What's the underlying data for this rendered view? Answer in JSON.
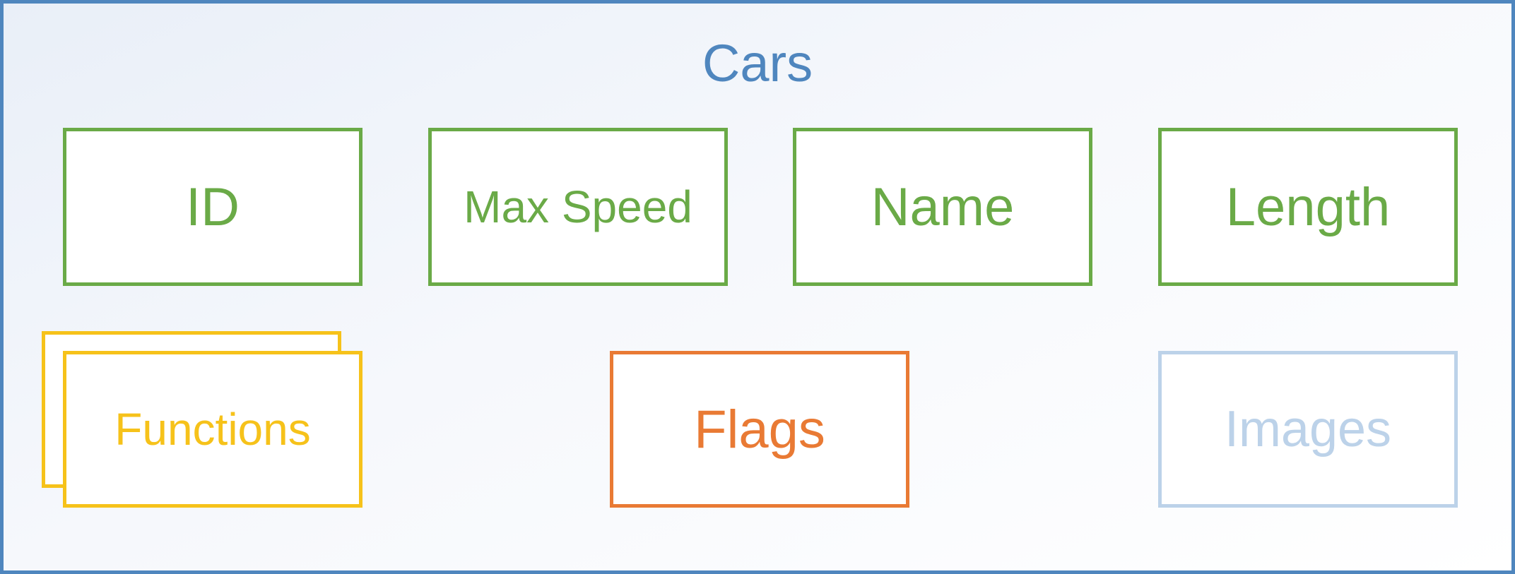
{
  "diagram": {
    "title": "Cars",
    "fields": [
      {
        "label": "ID"
      },
      {
        "label": "Max Speed"
      },
      {
        "label": "Name"
      },
      {
        "label": "Length"
      }
    ],
    "functions": {
      "label": "Functions"
    },
    "flags": {
      "label": "Flags"
    },
    "images": {
      "label": "Images"
    }
  },
  "colors": {
    "frame": "#4f86be",
    "fields": "#6aaa47",
    "functions": "#f6c21a",
    "flags": "#e97a34",
    "images": "#bcd2e9"
  }
}
